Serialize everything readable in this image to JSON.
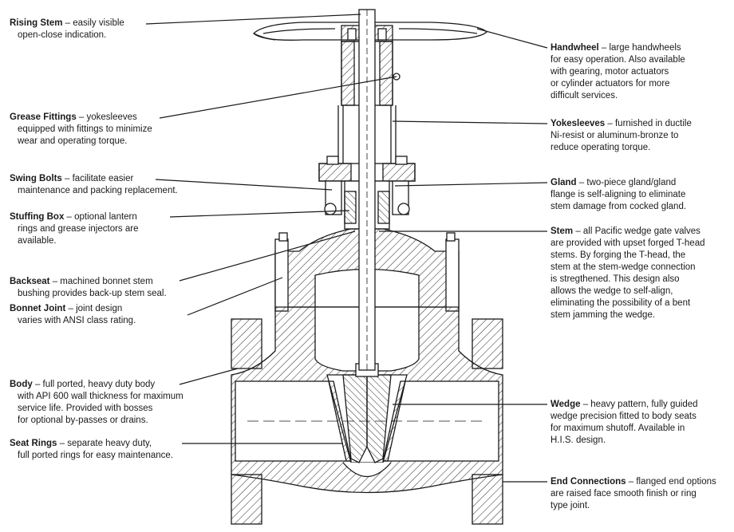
{
  "callouts_left": [
    {
      "id": "rising-stem",
      "title": "Rising Stem",
      "lines": [
        " – easily visible",
        "open-close indication."
      ]
    },
    {
      "id": "grease-fittings",
      "title": "Grease Fittings",
      "lines": [
        "  – yokesleeves",
        "equipped with fittings to minimize",
        "wear and operating torque."
      ]
    },
    {
      "id": "swing-bolts",
      "title": "Swing Bolts",
      "lines": [
        "  – facilitate easier",
        "maintenance and packing replacement."
      ]
    },
    {
      "id": "stuffing-box",
      "title": "Stuffing Box",
      "lines": [
        "  – optional lantern",
        "rings and grease injectors are",
        "available."
      ]
    },
    {
      "id": "backseat",
      "title": "Backseat",
      "lines": [
        "  – machined bonnet stem",
        "bushing provides back-up stem seal."
      ]
    },
    {
      "id": "bonnet-joint",
      "title": "Bonnet Joint",
      "lines": [
        "  – joint design",
        "varies with ANSI class rating."
      ]
    },
    {
      "id": "body",
      "title": "Body",
      "lines": [
        "  – full ported, heavy duty body",
        "with API 600 wall thickness for maximum",
        "service life. Provided with bosses",
        "for optional by-passes or drains."
      ]
    },
    {
      "id": "seat-rings",
      "title": "Seat Rings",
      "lines": [
        "  – separate heavy duty,",
        "full ported rings for easy maintenance."
      ]
    }
  ],
  "callouts_right": [
    {
      "id": "handwheel",
      "title": "Handwheel",
      "lines": [
        " – large handwheels",
        "for easy operation. Also available",
        "with gearing, motor actuators",
        "or cylinder actuators for more",
        "difficult services."
      ]
    },
    {
      "id": "yokesleeves",
      "title": "Yokesleeves",
      "lines": [
        " – furnished in ductile",
        "Ni-resist or aluminum-bronze to",
        "reduce operating torque."
      ]
    },
    {
      "id": "gland",
      "title": "Gland",
      "lines": [
        " – two-piece gland/gland",
        "flange is self-aligning to eliminate",
        "stem damage from cocked gland."
      ]
    },
    {
      "id": "stem",
      "title": "Stem",
      "lines": [
        " – all Pacific wedge gate valves",
        "are provided with upset forged T-head",
        "stems. By forging the T-head, the",
        "stem at the stem-wedge connection",
        "is stregthened. This design also",
        "allows the wedge to self-align,",
        "eliminating the possibility of a bent",
        "stem jamming the wedge."
      ]
    },
    {
      "id": "wedge",
      "title": "Wedge",
      "lines": [
        " – heavy pattern, fully guided",
        "wedge precision fitted to body seats",
        "for maximum shutoff. Available in",
        "H.I.S. design."
      ]
    },
    {
      "id": "end-connections",
      "title": "End Connections",
      "lines": [
        " – flanged end options",
        "are raised face smooth finish or ring",
        "type joint."
      ]
    }
  ],
  "colors": {
    "ink": "#1a1a1a",
    "hatch": "#3a3a3a",
    "paper": "#ffffff"
  }
}
